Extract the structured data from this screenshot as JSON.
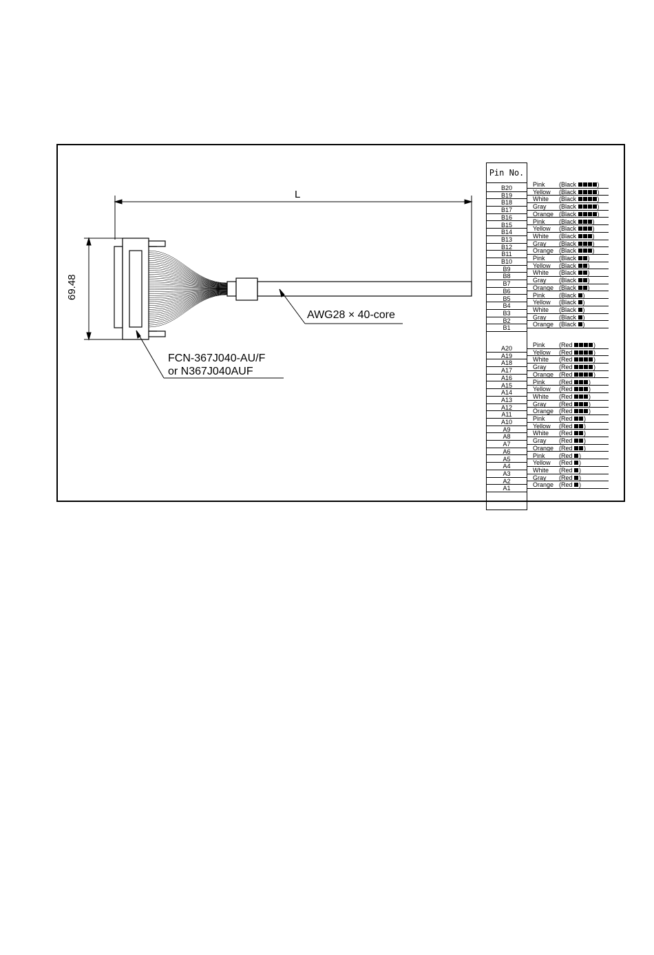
{
  "diagram": {
    "dimension_length": "L",
    "dimension_height": "69.48",
    "cable_label": "AWG28 × 40-core",
    "connector_label_line1": "FCN-367J040-AU/F",
    "connector_label_line2": "or N367J040AUF"
  },
  "pin_table": {
    "header": "Pin No.",
    "b_pins": [
      "B20",
      "B19",
      "B18",
      "B17",
      "B16",
      "B15",
      "B14",
      "B13",
      "B12",
      "B11",
      "B10",
      "B9",
      "B8",
      "B7",
      "B6",
      "B5",
      "B4",
      "B3",
      "B2",
      "B1"
    ],
    "a_pins": [
      "A20",
      "A19",
      "A18",
      "A17",
      "A16",
      "A15",
      "A14",
      "A13",
      "A12",
      "A11",
      "A10",
      "A9",
      "A8",
      "A7",
      "A6",
      "A5",
      "A4",
      "A3",
      "A2",
      "A1"
    ],
    "b_wires": [
      {
        "color": "Pink",
        "mark": "(Black",
        "dots": 4
      },
      {
        "color": "Yellow",
        "mark": "(Black",
        "dots": 4
      },
      {
        "color": "White",
        "mark": "(Black",
        "dots": 4
      },
      {
        "color": "Gray",
        "mark": "(Black",
        "dots": 4
      },
      {
        "color": "Orange",
        "mark": "(Black",
        "dots": 4
      },
      {
        "color": "Pink",
        "mark": "(Black",
        "dots": 3
      },
      {
        "color": "Yellow",
        "mark": "(Black",
        "dots": 3
      },
      {
        "color": "White",
        "mark": "(Black",
        "dots": 3
      },
      {
        "color": "Gray",
        "mark": "(Black",
        "dots": 3
      },
      {
        "color": "Orange",
        "mark": "(Black",
        "dots": 3
      },
      {
        "color": "Pink",
        "mark": "(Black",
        "dots": 2
      },
      {
        "color": "Yellow",
        "mark": "(Black",
        "dots": 2
      },
      {
        "color": "White",
        "mark": "(Black",
        "dots": 2
      },
      {
        "color": "Gray",
        "mark": "(Black",
        "dots": 2
      },
      {
        "color": "Orange",
        "mark": "(Black",
        "dots": 2
      },
      {
        "color": "Pink",
        "mark": "(Black",
        "dots": 1
      },
      {
        "color": "Yellow",
        "mark": "(Black",
        "dots": 1
      },
      {
        "color": "White",
        "mark": "(Black",
        "dots": 1
      },
      {
        "color": "Gray",
        "mark": "(Black",
        "dots": 1
      },
      {
        "color": "Orange",
        "mark": "(Black",
        "dots": 1
      }
    ],
    "a_wires": [
      {
        "color": "Pink",
        "mark": "(Red",
        "dots": 4
      },
      {
        "color": "Yellow",
        "mark": "(Red",
        "dots": 4
      },
      {
        "color": "White",
        "mark": "(Red",
        "dots": 4
      },
      {
        "color": "Gray",
        "mark": "(Red",
        "dots": 4
      },
      {
        "color": "Orange",
        "mark": "(Red",
        "dots": 4
      },
      {
        "color": "Pink",
        "mark": "(Red",
        "dots": 3
      },
      {
        "color": "Yellow",
        "mark": "(Red",
        "dots": 3
      },
      {
        "color": "White",
        "mark": "(Red",
        "dots": 3
      },
      {
        "color": "Gray",
        "mark": "(Red",
        "dots": 3
      },
      {
        "color": "Orange",
        "mark": "(Red",
        "dots": 3
      },
      {
        "color": "Pink",
        "mark": "(Red",
        "dots": 2
      },
      {
        "color": "Yellow",
        "mark": "(Red",
        "dots": 2
      },
      {
        "color": "White",
        "mark": "(Red",
        "dots": 2
      },
      {
        "color": "Gray",
        "mark": "(Red",
        "dots": 2
      },
      {
        "color": "Orange",
        "mark": "(Red",
        "dots": 2
      },
      {
        "color": "Pink",
        "mark": "(Red",
        "dots": 1
      },
      {
        "color": "Yellow",
        "mark": "(Red",
        "dots": 1
      },
      {
        "color": "White",
        "mark": "(Red",
        "dots": 1
      },
      {
        "color": "Gray",
        "mark": "(Red",
        "dots": 1
      },
      {
        "color": "Orange",
        "mark": "(Red",
        "dots": 1
      }
    ]
  }
}
